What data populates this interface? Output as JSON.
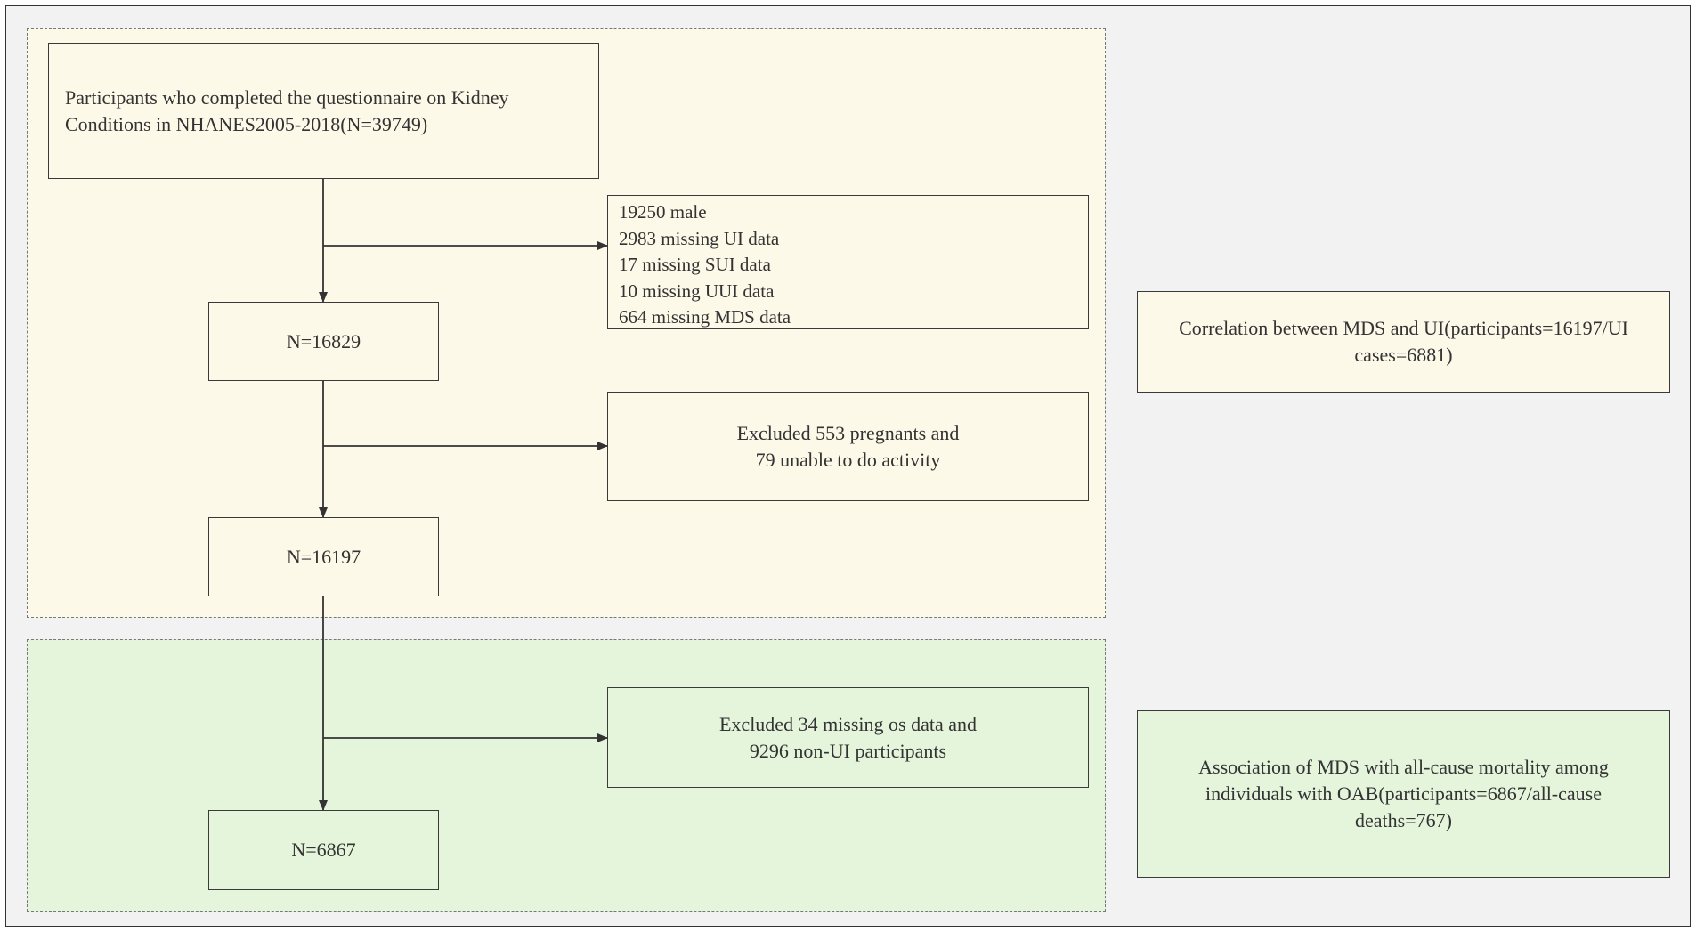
{
  "colors": {
    "background": "#f2f2f2",
    "region_yellow": "#fdf9e9",
    "region_green": "#e5f5dc",
    "stroke": "#333333"
  },
  "boxes": {
    "source": {
      "line1": "Participants who completed the questionnaire on Kidney",
      "line2": "Conditions in NHANES2005-2018(N=39749)"
    },
    "exclusion_1": {
      "lines": [
        "19250 male",
        "2983 missing UI data",
        "17 missing SUI data",
        "10 missing UUI data",
        "664 missing MDS data"
      ]
    },
    "n_16829": "N=16829",
    "exclusion_2": {
      "line1": "Excluded 553 pregnants and",
      "line2": "79 unable to do activity"
    },
    "n_16197": "N=16197",
    "exclusion_3": {
      "line1": "Excluded 34 missing os data and",
      "line2": "9296 non-UI participants"
    },
    "n_6867": "N=6867",
    "analysis_1": {
      "line1": "Correlation between MDS and UI(participants=16197/UI",
      "line2": "cases=6881)"
    },
    "analysis_2": {
      "line1": "Association of MDS with all-cause mortality among",
      "line2": "individuals with OAB(participants=6867/all-cause",
      "line3": "deaths=767)"
    }
  }
}
